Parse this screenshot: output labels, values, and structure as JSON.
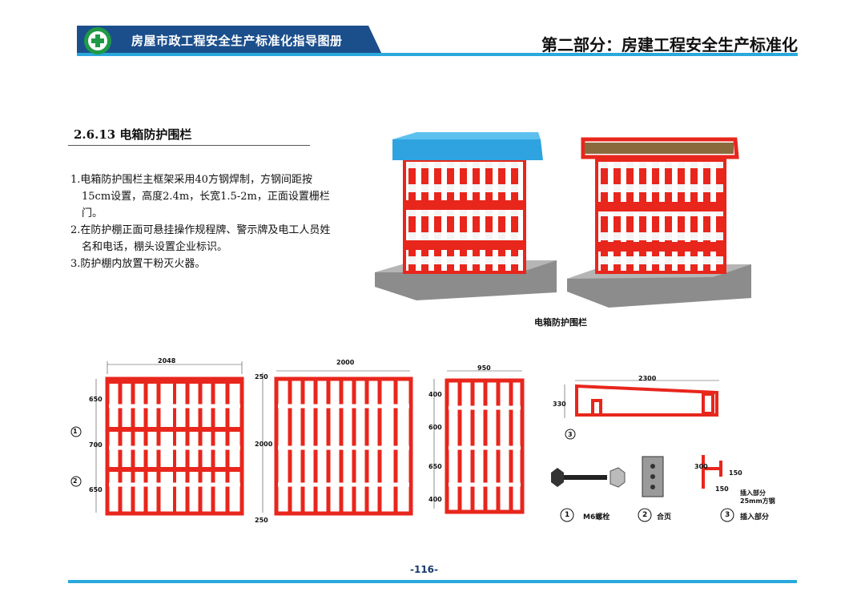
{
  "header": {
    "book_title": "房屋市政工程安全生产标准化指导图册",
    "part_title": "第二部分：房建工程安全生产标准化",
    "logo_icon": "green-cross-icon",
    "colors": {
      "banner": "#1b4f8c",
      "accent": "#29a8dc",
      "logo": "#1e9a46",
      "fence_red": "#e8261c",
      "roof_blue": "#2ea3e0"
    }
  },
  "section": {
    "heading": "2.6.13 电箱防护围栏",
    "items": [
      "1.电箱防护围栏主框架采用40方钢焊制，方钢间距按15cm设置，高度2.4m，长宽1.5-2m，正面设置栅栏门。",
      "2.在防护棚正面可悬挂操作规程牌、警示牌及电工人员姓名和电话，棚头设置企业标识。",
      "3.防护棚内放置干粉灭火器。"
    ]
  },
  "figure": {
    "render_caption": "电箱防护围栏",
    "front_gate": {
      "width": "2048",
      "heights": [
        "650",
        "700",
        "650"
      ],
      "markers": [
        "1",
        "2"
      ]
    },
    "side_panel": {
      "width": "2000",
      "height": "2000",
      "tops": [
        "250",
        "250"
      ]
    },
    "small_panel": {
      "width": "950",
      "heights": [
        "400",
        "600",
        "650",
        "400"
      ]
    },
    "roof_bracket": {
      "width": "2300",
      "height": "330",
      "marker": "3"
    },
    "details": [
      {
        "num": "1",
        "label": "M6螺栓"
      },
      {
        "num": "2",
        "label": "合页"
      },
      {
        "num": "3",
        "label": "插入部分"
      }
    ],
    "insert_dims": {
      "h1": "300",
      "h2": "150",
      "w": "150",
      "note1": "插入部分",
      "note2": "25mm方钢"
    }
  },
  "footer": {
    "page_number": "-116-"
  }
}
